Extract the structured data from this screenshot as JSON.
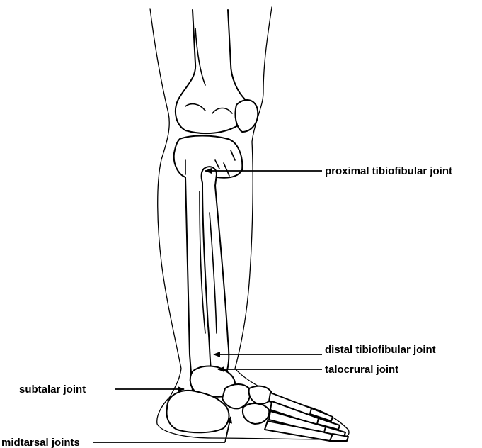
{
  "diagram": {
    "labels": {
      "proximal_tibiofibular": "proximal tibiofibular joint",
      "distal_tibiofibular": "distal tibiofibular joint",
      "talocrural": "talocrural joint",
      "subtalar": "subtalar joint",
      "midtarsal": "midtarsal joints"
    },
    "colors": {
      "line": "#000000",
      "background": "#ffffff"
    }
  }
}
